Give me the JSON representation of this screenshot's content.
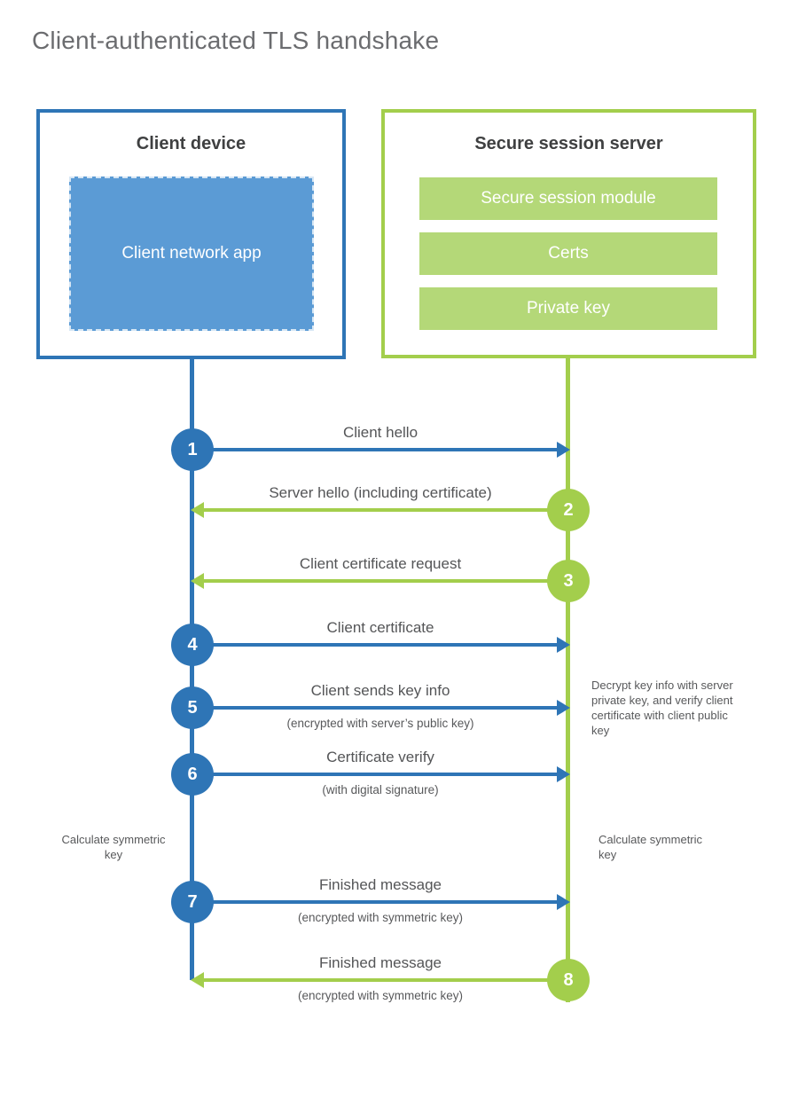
{
  "title": "Client-authenticated TLS handshake",
  "colors": {
    "blue": "#2e75b6",
    "blue_fill": "#5b9bd5",
    "green": "#a3ce4c",
    "green_fill": "#b4d878",
    "heading_text": "#3f4041",
    "label_text": "#58595b",
    "title_text": "#6b6c6f"
  },
  "actors": {
    "client": {
      "title": "Client device",
      "component": "Client network app"
    },
    "server": {
      "title": "Secure session server",
      "components": [
        "Secure session module",
        "Certs",
        "Private key"
      ]
    }
  },
  "steps": [
    {
      "number": "1",
      "from": "client",
      "label": "Client hello",
      "sublabel": ""
    },
    {
      "number": "2",
      "from": "server",
      "label": "Server hello (including certificate)",
      "sublabel": ""
    },
    {
      "number": "3",
      "from": "server",
      "label": "Client certificate request",
      "sublabel": ""
    },
    {
      "number": "4",
      "from": "client",
      "label": "Client certificate",
      "sublabel": ""
    },
    {
      "number": "5",
      "from": "client",
      "label": "Client sends key info",
      "sublabel": "(encrypted with server’s public key)"
    },
    {
      "number": "6",
      "from": "client",
      "label": "Certificate verify",
      "sublabel": "(with digital signature)"
    },
    {
      "number": "7",
      "from": "client",
      "label": "Finished message",
      "sublabel": "(encrypted with symmetric key)"
    },
    {
      "number": "8",
      "from": "server",
      "label": "Finished message",
      "sublabel": "(encrypted with symmetric key)"
    }
  ],
  "annotations": {
    "server_note": "Decrypt key info with server private key, and verify client certificate with client public key",
    "client_calc": "Calculate symmetric key",
    "server_calc": "Calculate symmetric key"
  }
}
